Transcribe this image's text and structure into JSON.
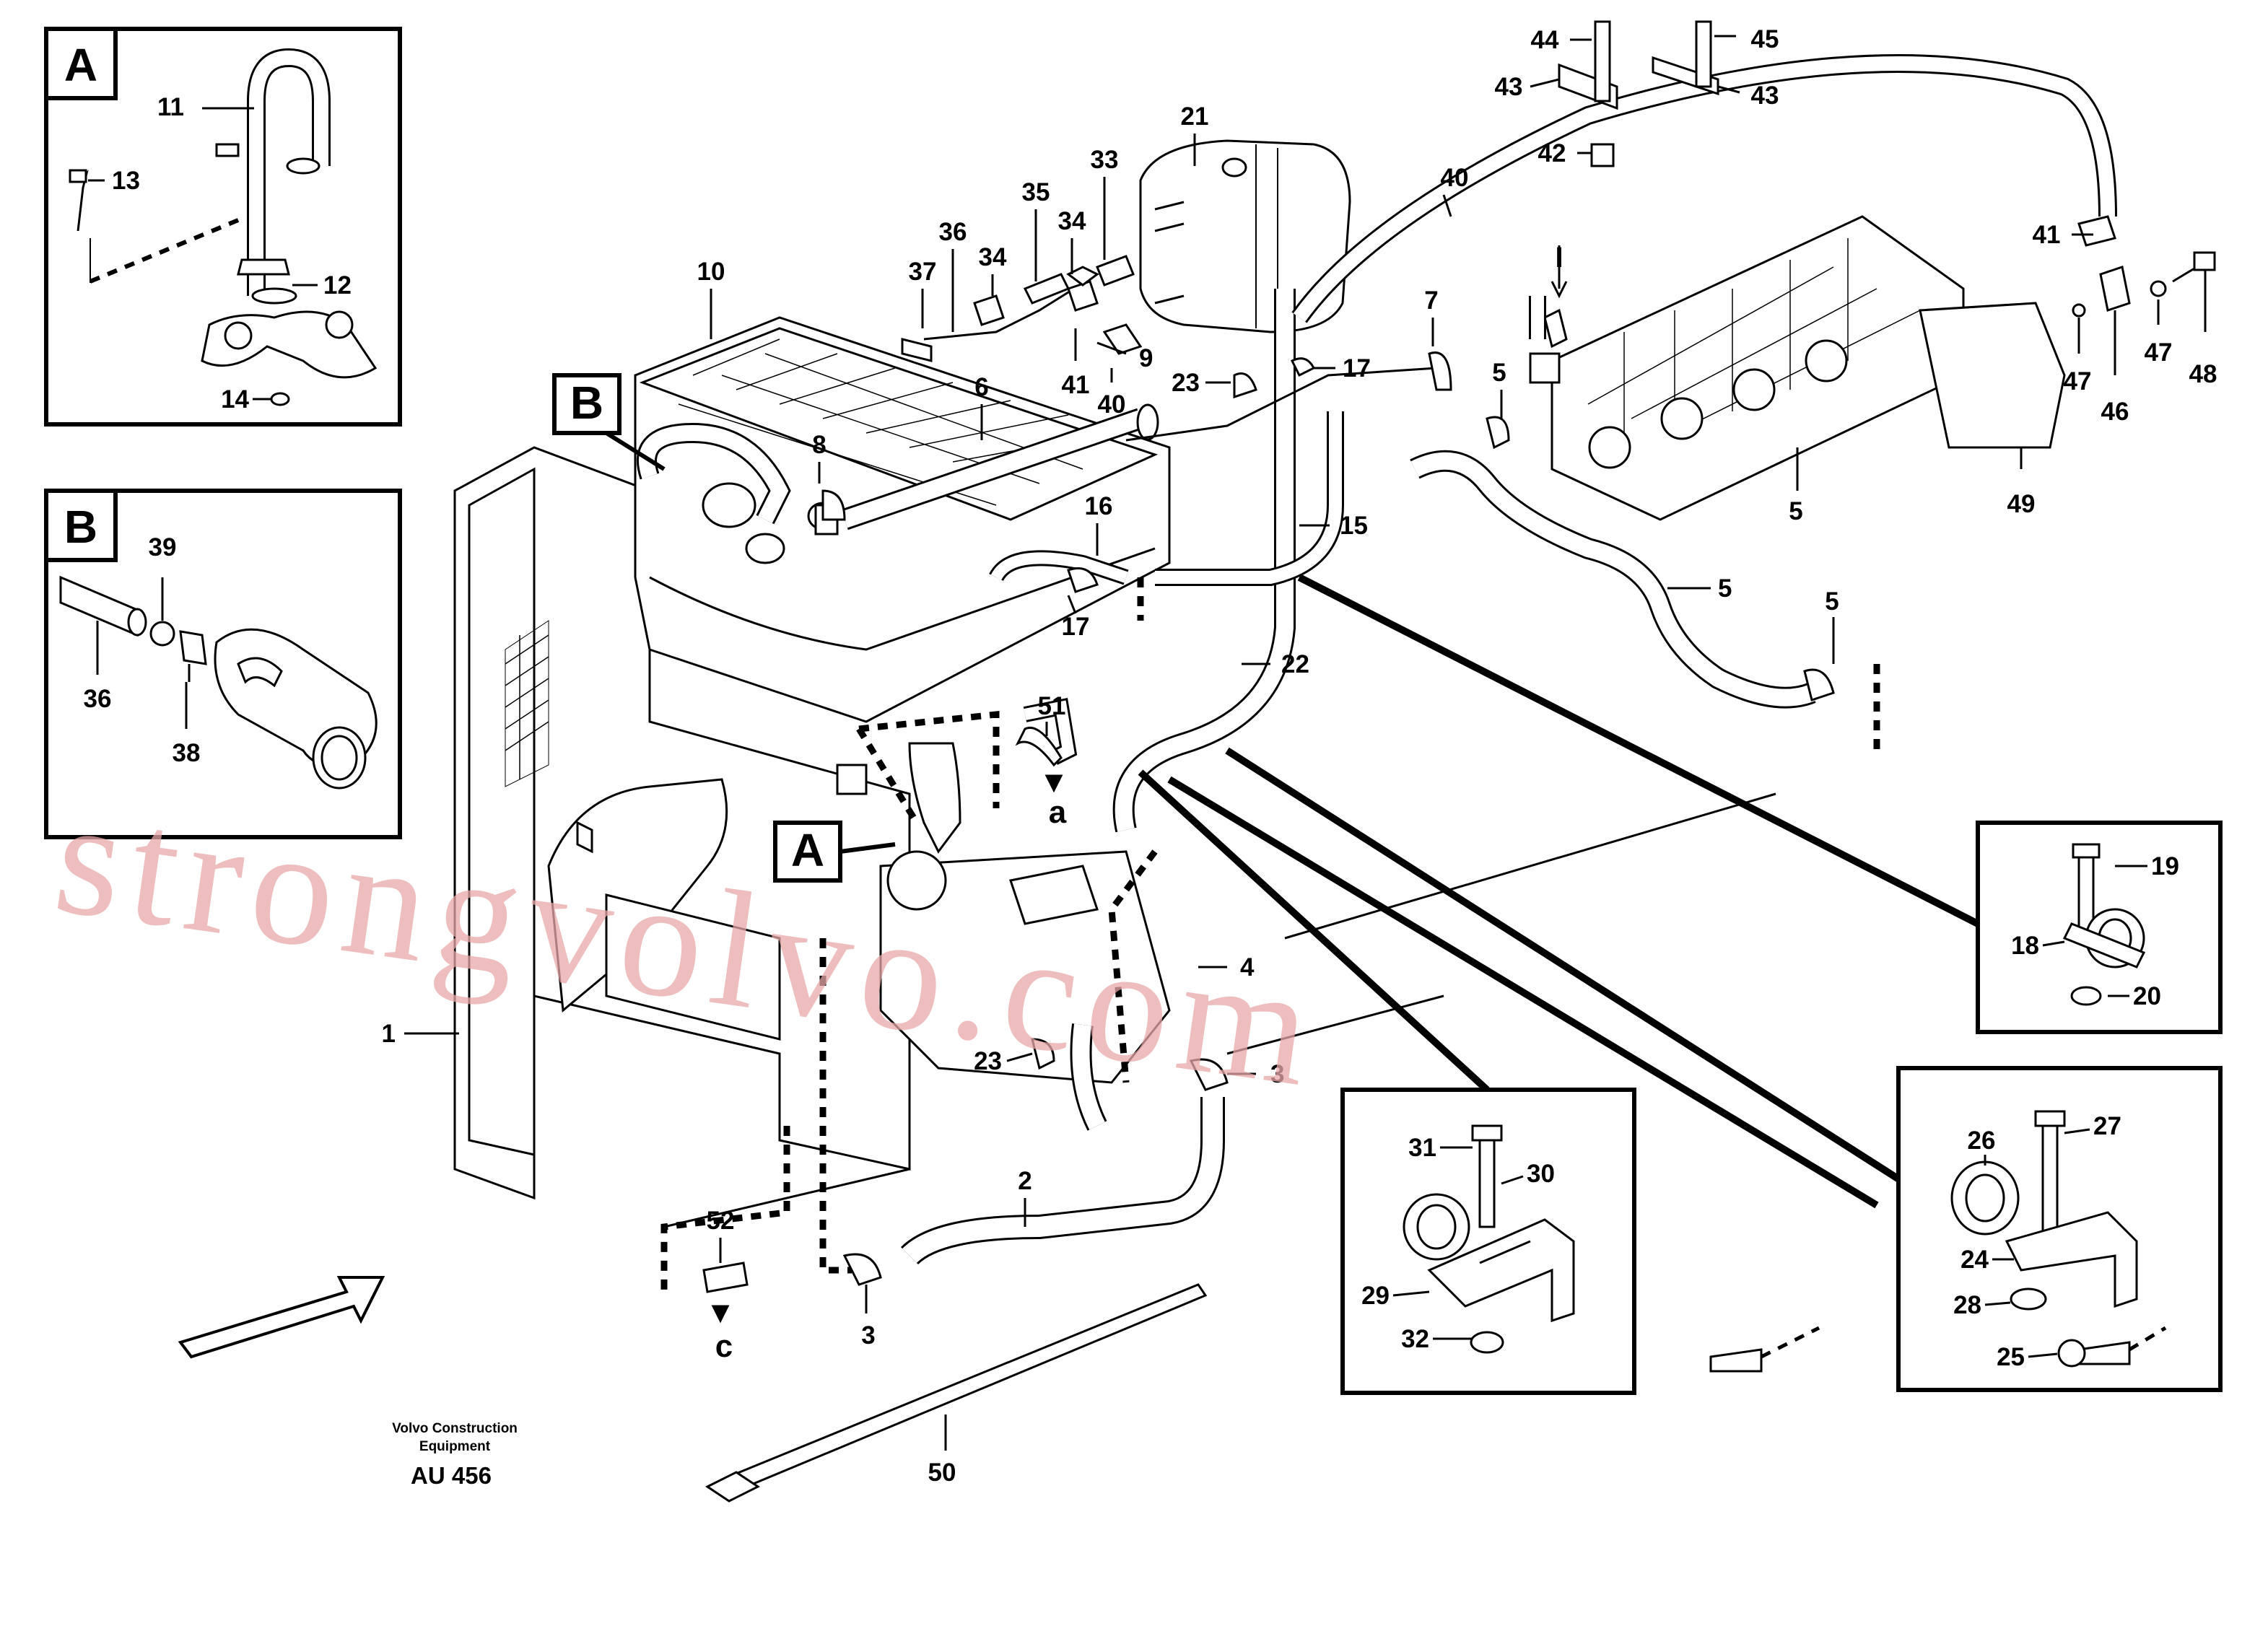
{
  "detail_boxes": {
    "A": {
      "letter": "A",
      "labels": [
        "11",
        "13",
        "12",
        "14"
      ]
    },
    "B": {
      "letter": "B",
      "labels": [
        "39",
        "36",
        "38"
      ]
    },
    "box1": {
      "labels": [
        "19",
        "18",
        "20"
      ]
    },
    "box2": {
      "labels": [
        "31",
        "30",
        "29",
        "32"
      ]
    },
    "box3": {
      "labels": [
        "26",
        "27",
        "24",
        "28",
        "25"
      ]
    }
  },
  "callouts": {
    "letter_A": "A",
    "letter_B": "B",
    "view_a": "a",
    "view_c": "c",
    "arrow_I": "I"
  },
  "part_numbers": [
    "1",
    "2",
    "3",
    "3",
    "4",
    "5",
    "5",
    "5",
    "5",
    "6",
    "7",
    "8",
    "9",
    "10",
    "15",
    "16",
    "17",
    "17",
    "21",
    "22",
    "23",
    "23",
    "33",
    "34",
    "34",
    "35",
    "36",
    "37",
    "40",
    "40",
    "41",
    "41",
    "42",
    "43",
    "43",
    "44",
    "45",
    "46",
    "47",
    "47",
    "48",
    "49",
    "50",
    "51",
    "52"
  ],
  "footer": {
    "company_line1": "Volvo Construction",
    "company_line2": "Equipment",
    "doc_id": "AU 456"
  },
  "watermark": "strongvolvo.com"
}
